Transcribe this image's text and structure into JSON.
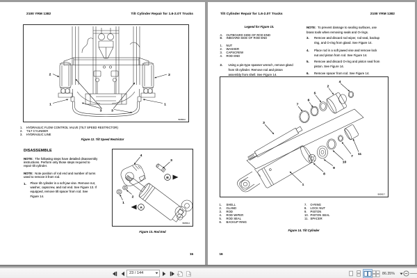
{
  "window": {
    "background_color": "#9b9b9b",
    "statusbar": {
      "page_field_value": "23 / 144",
      "zoom_value": "86.35%"
    }
  },
  "page_left": {
    "header_left": "2100 YRM 1382",
    "header_right": "Tilt Cylinder Repair for 1.6-2.0T Trucks",
    "figure12": {
      "callouts": {
        "c2l": "2",
        "c2r": "2",
        "c1l": "1",
        "c1r": "1",
        "c3a": "3",
        "c3b": "3"
      },
      "code": "B005010"
    },
    "figure12_legend": [
      {
        "n": "1.",
        "label": "HYDRAULIC FLOW CONTROL VALVE (TILT SPEED RESTRICTOR)"
      },
      {
        "n": "2.",
        "label": "TILT CYLINDER"
      },
      {
        "n": "3.",
        "label": "HYDRAULIC LINE"
      }
    ],
    "figure12_caption": "Figure 12. Tilt Speed Restrictor",
    "section_heading": "DISASSEMBLE",
    "note1_label": "NOTE:",
    "note1_text": "The following steps have detailed disassembly\ninstructions. Perform only those steps required to\nrepair tilt cylinder.",
    "note2_label": "NOTE:",
    "note2_text": "Note position of rod end and number of turns\nused to remove it from rod.",
    "step1_num": "1.",
    "step1_text": "Place tilt cylinder in a soft jaw vise. Remove nut,\nwasher, capscrew, and rod end. See Figure 13. If\nequipped, remove tilt spacer from rod. See\nFigure 14.",
    "figure13": {
      "callouts": {
        "n1": "1",
        "n2": "2",
        "n3": "3",
        "n4": "4",
        "a": "A",
        "b": "B"
      },
      "code": "B005014"
    },
    "figure13_caption": "Figure 13. Rod End",
    "page_number": "15"
  },
  "page_right": {
    "header_left": "Tilt Cylinder Repair for 1.6-2.0T Trucks",
    "header_right": "2100 YRM 1382",
    "legend_title": "Legend for Figure 13.",
    "legend_letters": [
      {
        "n": "A.",
        "label": "OUTBOARD SIDE OF ROD END"
      },
      {
        "n": "B.",
        "label": "INBOARD SIDE OF ROD END"
      }
    ],
    "legend_numbers": [
      {
        "n": "1.",
        "label": "NUT"
      },
      {
        "n": "2.",
        "label": "WASHER"
      },
      {
        "n": "3.",
        "label": "CAPSCREW"
      },
      {
        "n": "4.",
        "label": "ROD END"
      }
    ],
    "step2_num": "2.",
    "step2_text": "Using a pin-type spanner wrench, remove gland\nfrom tilt cylinder. Remove rod and piston\nassembly from shell. See Figure 14.",
    "note_label": "NOTE:",
    "note_text": "To prevent damage to sealing surfaces, use\nbrass tools when removing seals and O-rings.",
    "steps": [
      {
        "n": "3.",
        "text": "Remove and discard rod wiper, rod seal, backup\nring, and O-ring from gland. See Figure 14."
      },
      {
        "n": "4.",
        "text": "Place rod in a soft jawed vise and remove lock\nnut and piston from rod. See Figure 14."
      },
      {
        "n": "5.",
        "text": "Remove and discard O-ring and piston seal from\npiston. See Figure 14."
      },
      {
        "n": "6.",
        "text": "Remove spacer from rod. See Figure 14."
      }
    ],
    "figure14": {
      "callouts": {
        "c1": "1",
        "c2": "2",
        "c3": "3",
        "c4": "4",
        "c5": "5",
        "c6": "6",
        "c7a": "7",
        "c7b": "7",
        "c8": "8",
        "c9": "9",
        "c10": "10",
        "c11": "11"
      },
      "code": "B005017"
    },
    "figure14_legend_col1": [
      {
        "n": "1.",
        "label": "SHELL"
      },
      {
        "n": "2.",
        "label": "GLAND"
      },
      {
        "n": "3.",
        "label": "ROD"
      },
      {
        "n": "4.",
        "label": "ROD WIPER"
      },
      {
        "n": "5.",
        "label": "ROD SEAL"
      },
      {
        "n": "6.",
        "label": "BACKUP RING"
      }
    ],
    "figure14_legend_col2": [
      {
        "n": "7.",
        "label": "O-RING"
      },
      {
        "n": "8.",
        "label": "LOCK NUT"
      },
      {
        "n": "9.",
        "label": "PISTON"
      },
      {
        "n": "10.",
        "label": "PISTON SEAL"
      },
      {
        "n": "11.",
        "label": "SPACER"
      }
    ],
    "figure14_caption": "Figure 14. Tilt Cylinder",
    "page_number": "16"
  }
}
